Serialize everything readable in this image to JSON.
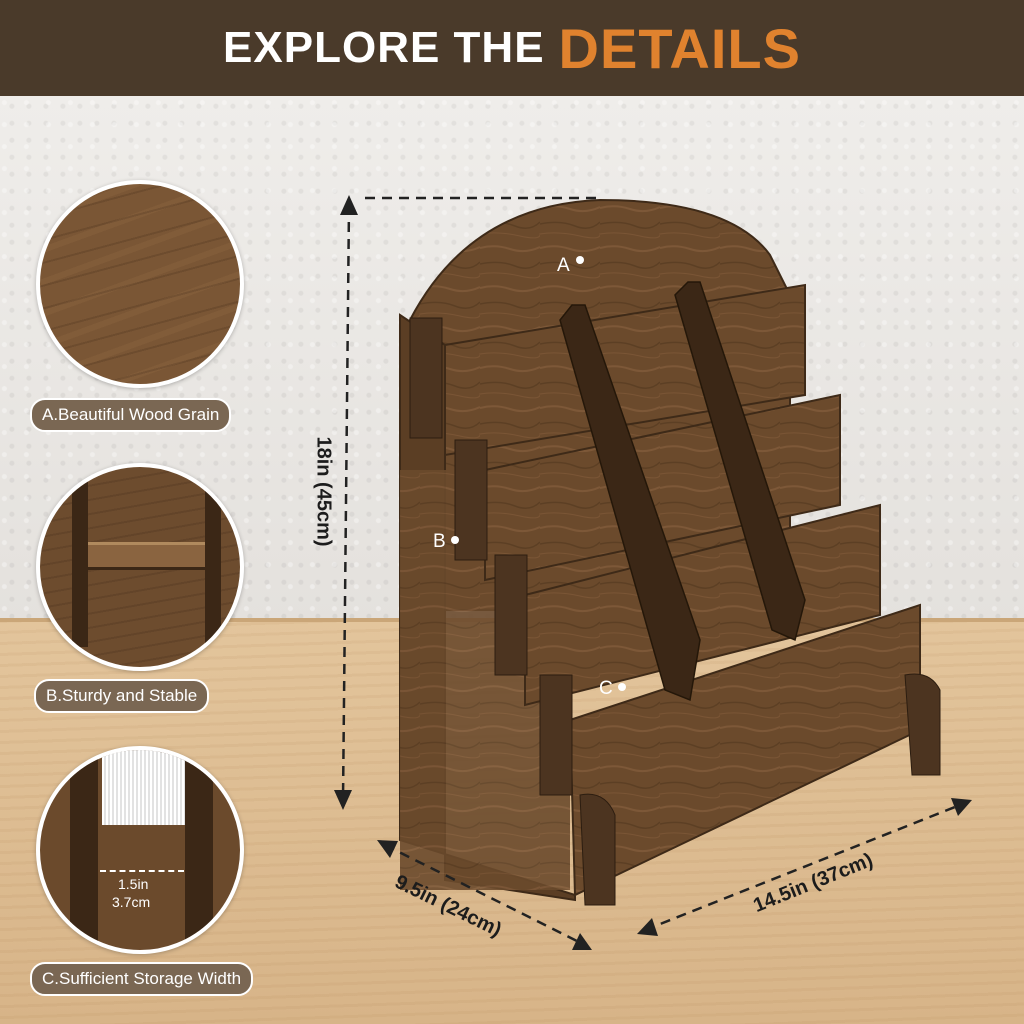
{
  "banner": {
    "text_white": "EXPLORE THE",
    "text_accent": "DETAILS",
    "bg_color": "#4a3a2a",
    "accent_color": "#e0822e"
  },
  "details": [
    {
      "label": "A.Beautiful Wood Grain"
    },
    {
      "label": "B.Sturdy and Stable"
    },
    {
      "label": "C.Sufficient Storage Width",
      "inset_width_in": "1.5in",
      "inset_width_cm": "3.7cm"
    }
  ],
  "markers": {
    "a": "A",
    "b": "B",
    "c": "C"
  },
  "dimensions": {
    "height": "18in (45cm)",
    "depth": "9.5in (24cm)",
    "width": "14.5in (37cm)"
  },
  "colors": {
    "wood": "#6b4a2c",
    "wood_dark": "#3e2a18",
    "pill": "#7a6753"
  }
}
